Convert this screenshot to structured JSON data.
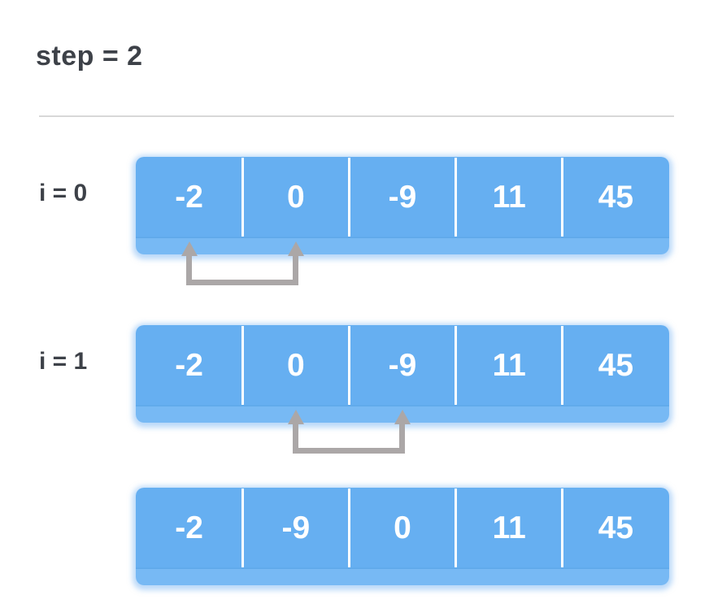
{
  "title": "step = 2",
  "rows": [
    {
      "label": "i = 0",
      "values": [
        "-2",
        "0",
        "-9",
        "11",
        "45"
      ],
      "compare": [
        0,
        1
      ]
    },
    {
      "label": "i = 1",
      "values": [
        "-2",
        "0",
        "-9",
        "11",
        "45"
      ],
      "compare": [
        1,
        2
      ]
    },
    {
      "label": "",
      "values": [
        "-2",
        "-9",
        "0",
        "11",
        "45"
      ],
      "compare": null
    }
  ],
  "colors": {
    "background": "#ffffff",
    "cell_fill": "#66aff1",
    "cell_bottom_edge": "#77b9f4",
    "cell_edge_line": "#5fa8e9",
    "halo": "rgba(117,179,244,0.5)",
    "divider_line": "#d8d8d8",
    "arrow": "#aba7a7",
    "label_text": "#3d4148",
    "cell_text": "#ffffff"
  }
}
